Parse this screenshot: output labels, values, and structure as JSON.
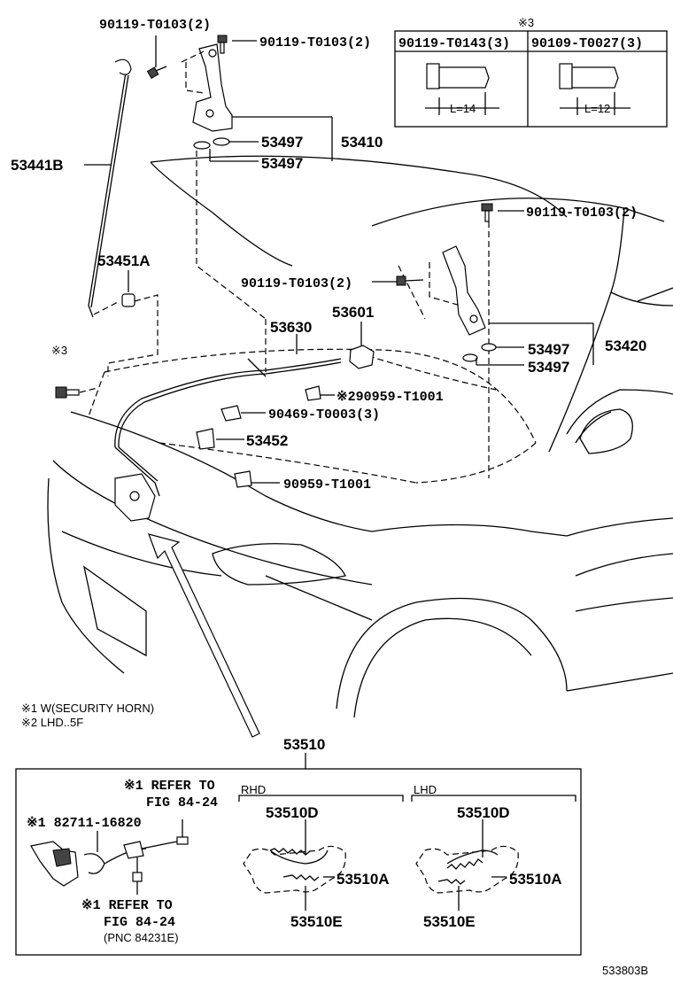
{
  "top_left": {
    "bolt_a": "90119-T0103(2)",
    "bolt_b": "90119-T0103(2)",
    "rod": "53441B",
    "hinge_assy": "53410",
    "cushion_1": "53497",
    "cushion_2": "53497",
    "grommet": "53451A",
    "mark3": "※3"
  },
  "inset_box": {
    "mark": "※3",
    "col1_part": "90119-T0143(3)",
    "col2_part": "90109-T0027(3)",
    "col1_len": "L=14",
    "col2_len": "L=12"
  },
  "right_hinge": {
    "bolt_top": "90119-T0103(2)",
    "bolt_side": "90119-T0103(2)",
    "hinge_assy": "53420",
    "cushion_1": "53497",
    "cushion_2": "53497"
  },
  "center": {
    "cable": "53630",
    "sensor": "53601",
    "clamp_1": "※290959-T1001",
    "clamp_2": "90469-T0003(3)",
    "clamp_3": "53452",
    "clamp_4": "90959-T1001"
  },
  "notes": {
    "note_1": "※1 W(SECURITY HORN)",
    "note_2": "※2 LHD..5F"
  },
  "lock_box": {
    "title": "53510",
    "refer_top_1": "※1 REFER TO",
    "refer_top_2": "FIG 84-24",
    "switch_part": "※1 82711-16820",
    "refer_bot_1": "※1 REFER TO",
    "refer_bot_2": "FIG 84-24",
    "refer_bot_3": "(PNC 84231E)",
    "rhd_label": "RHD",
    "lhd_label": "LHD",
    "rhd_d": "53510D",
    "rhd_a": "53510A",
    "rhd_e": "53510E",
    "lhd_d": "53510D",
    "lhd_a": "53510A",
    "lhd_e": "53510E"
  },
  "footer": {
    "figure_id": "533803B"
  }
}
